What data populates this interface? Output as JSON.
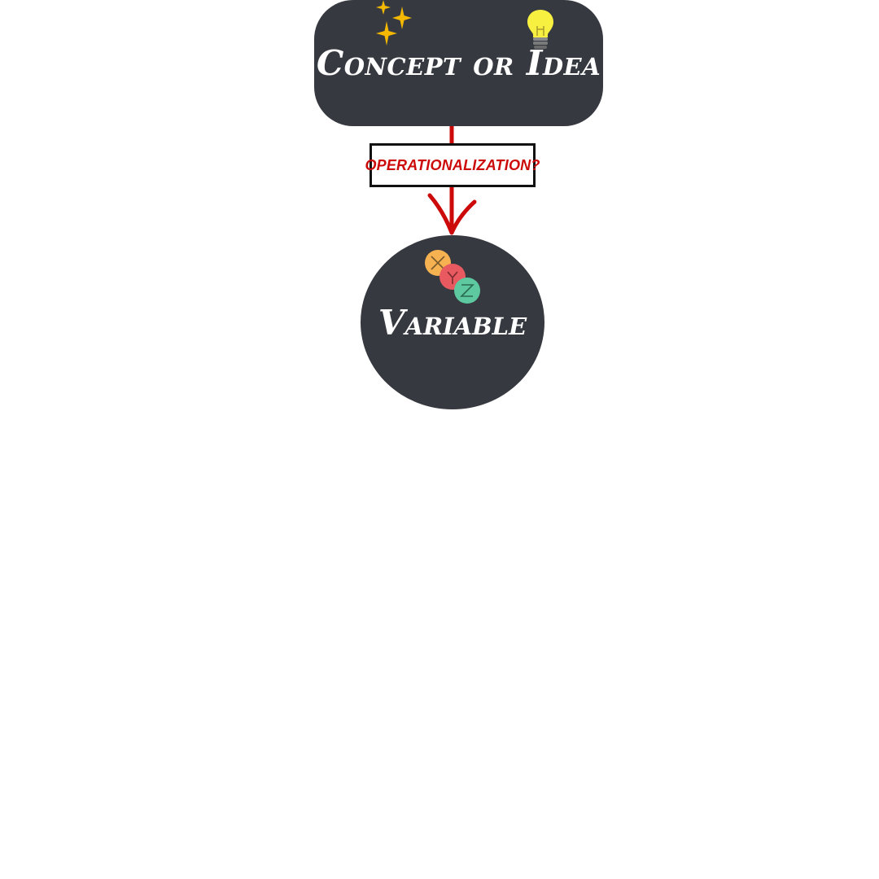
{
  "diagram": {
    "concept_label": "Concept or Idea",
    "edge_label": "OPERATIONALIZATION?",
    "variable_label": "Variable",
    "variable_icon_letters": [
      "X",
      "Y",
      "Z"
    ]
  },
  "colors": {
    "node_fill": "#363a40",
    "node_text": "#ffffff",
    "edge": "#cc0a0a",
    "label_border": "#111111",
    "sparkle": "#f5b800",
    "bulb": "#f8f040",
    "x_dot": "#f6b251",
    "y_dot": "#e85a5f",
    "z_dot": "#5ec9a0"
  },
  "icons": [
    "sparkles-icon",
    "light-bulb-icon",
    "xyz-variables-icon",
    "arrow-down-icon"
  ]
}
